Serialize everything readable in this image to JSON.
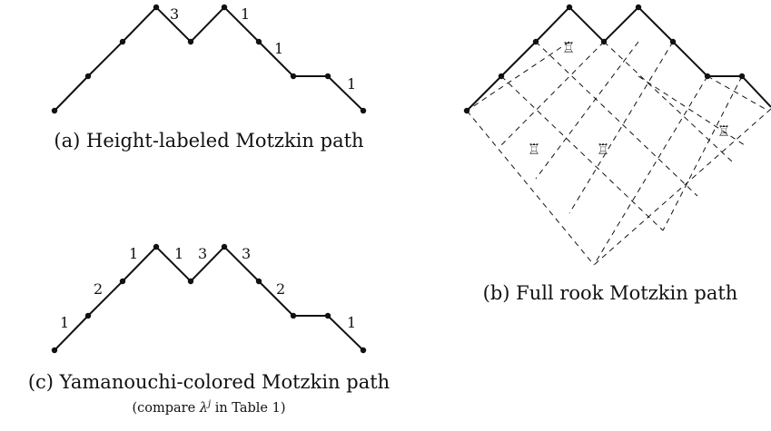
{
  "panels": {
    "a": {
      "caption": "(a) Height-labeled Motzkin path",
      "step_labels": [
        "3",
        "1",
        "1",
        "1"
      ]
    },
    "b": {
      "caption": "(b) Full rook Motzkin path",
      "rook_icon": "rook-chess-piece-icon",
      "rook_glyph": "♖"
    },
    "c": {
      "caption": "(c) Yamanouchi-colored Motzkin path",
      "subcaption_prefix": "(compare ",
      "subcaption_lambda": "λ",
      "subcaption_sup": "j",
      "subcaption_suffix": " in Table 1)",
      "step_labels": [
        "1",
        "2",
        "1",
        "1",
        "3",
        "3",
        "2",
        "1"
      ]
    }
  },
  "colors": {
    "ink": "#111111",
    "background": "#ffffff"
  }
}
